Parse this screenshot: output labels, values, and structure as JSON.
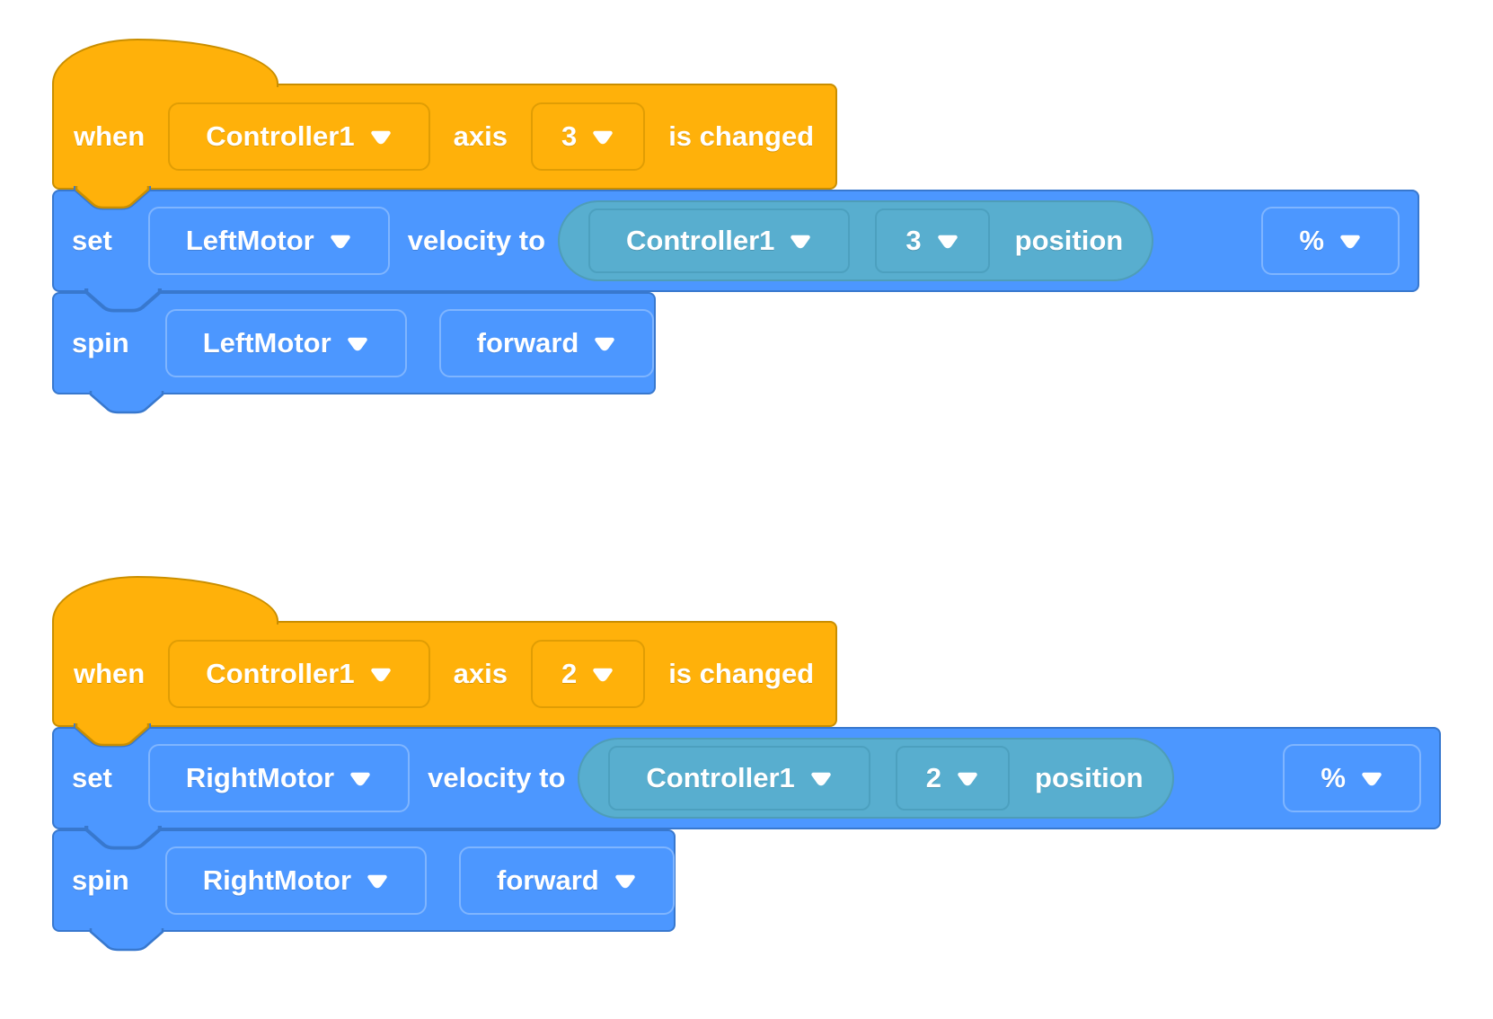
{
  "colors": {
    "background": "#FFFFFF",
    "event_block_fill": "#FFB10A",
    "event_block_border": "#C98E00",
    "motion_block_fill": "#4C97FF",
    "motion_block_border": "#3878CE",
    "reporter_fill": "#58AECF",
    "reporter_border": "#4E9DB8",
    "block_text": "#FFFFFF"
  },
  "icons": {
    "dropdown_arrow": "▼"
  },
  "stacks": [
    {
      "hat": {
        "when_label": "when",
        "controller": "Controller1",
        "axis_label": "axis",
        "axis_value": "3",
        "changed_label": "is changed"
      },
      "set_velocity": {
        "verb_label": "set",
        "motor": "LeftMotor",
        "velocity_label": "velocity to",
        "reporter": {
          "controller": "Controller1",
          "axis_value": "3",
          "position_label": "position"
        },
        "unit": "%"
      },
      "spin": {
        "verb_label": "spin",
        "motor": "LeftMotor",
        "direction": "forward"
      }
    },
    {
      "hat": {
        "when_label": "when",
        "controller": "Controller1",
        "axis_label": "axis",
        "axis_value": "2",
        "changed_label": "is changed"
      },
      "set_velocity": {
        "verb_label": "set",
        "motor": "RightMotor",
        "velocity_label": "velocity to",
        "reporter": {
          "controller": "Controller1",
          "axis_value": "2",
          "position_label": "position"
        },
        "unit": "%"
      },
      "spin": {
        "verb_label": "spin",
        "motor": "RightMotor",
        "direction": "forward"
      }
    }
  ]
}
